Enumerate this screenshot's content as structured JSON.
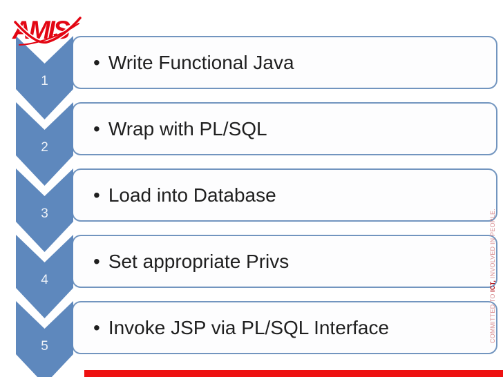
{
  "logo": {
    "text": "AMIS"
  },
  "bullet": "•",
  "steps": [
    {
      "number": "1",
      "label": "Write Functional Java"
    },
    {
      "number": "2",
      "label": "Wrap with PL/SQL"
    },
    {
      "number": "3",
      "label": "Load into Database"
    },
    {
      "number": "4",
      "label": "Set appropriate Privs"
    },
    {
      "number": "5",
      "label": "Invoke JSP via PL/SQL Interface"
    }
  ],
  "tagline": {
    "prefix": "COMMITTED TO ",
    "highlight": "ICT,",
    "suffix": " INVOLVED IN PEOPLE."
  },
  "colors": {
    "slide_bg": "#ffffff",
    "chevron": "#5e88bd",
    "box_border": "#7295bf",
    "box_fill": "#fdfdfe",
    "number": "#eef2f8",
    "text": "#1f1f1f",
    "bar": "#ee1111",
    "logo": "#e30613",
    "tagline_light": "#d98e91",
    "tagline_strong": "#b50f15"
  }
}
